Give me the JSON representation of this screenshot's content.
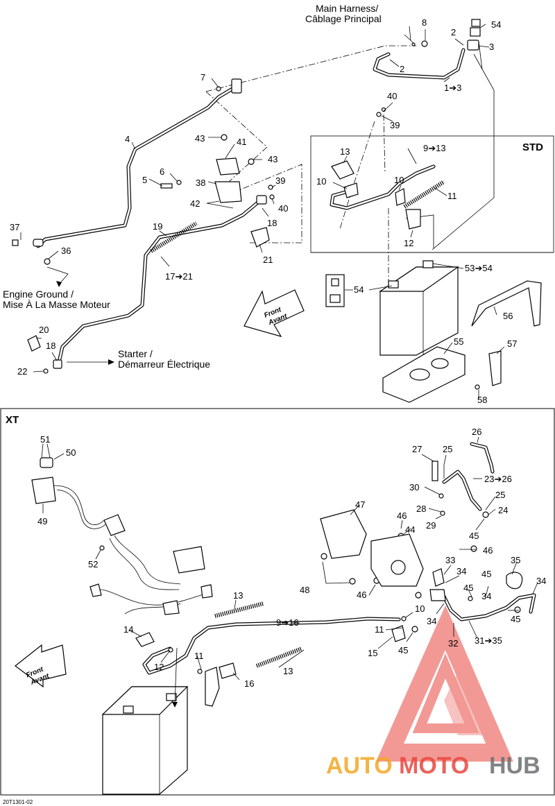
{
  "callouts": {
    "l1": "1➔3",
    "l2a": "2",
    "l2b": "2",
    "l3": "3",
    "l4": "4",
    "l5": "5",
    "l6": "6",
    "l7": "7",
    "l8": "8",
    "l9": "9➔13",
    "l10a": "10",
    "l10b": "10",
    "l11": "11",
    "l12": "12",
    "l13": "13",
    "l17": "17➔21",
    "l18a": "18",
    "l18b": "18",
    "l19": "19",
    "l20": "20",
    "l21": "21",
    "l22": "22",
    "l36": "36",
    "l37": "37",
    "l38": "38",
    "l39": "39",
    "l40a": "40",
    "l40b": "40",
    "l41": "41",
    "l42": "42",
    "l43a": "43",
    "l43b": "43",
    "l39b": "39",
    "l53": "53➔54",
    "l54a": "54",
    "l54b": "54",
    "l55": "55",
    "l56": "56",
    "l57": "57",
    "l58": "58"
  },
  "xt_callouts": {
    "x9": "9➔16",
    "x10": "10",
    "x11a": "11",
    "x11b": "11",
    "x12": "12",
    "x13a": "13",
    "x13b": "13",
    "x14": "14",
    "x15": "15",
    "x16": "16",
    "x23": "23➔26",
    "x24": "24",
    "x25a": "25",
    "x25b": "25",
    "x26": "26",
    "x27": "27",
    "x28": "28",
    "x29": "29",
    "x30": "30",
    "x31": "31➔35",
    "x32": "32",
    "x33": "33",
    "x34a": "34",
    "x34b": "34",
    "x34c": "34",
    "x34d": "34",
    "x35": "35",
    "x44": "44",
    "x45a": "45",
    "x45b": "45",
    "x45c": "45",
    "x45d": "45",
    "x45e": "45",
    "x46a": "46",
    "x46b": "46",
    "x46c": "46",
    "x47": "47",
    "x48": "48",
    "x49": "49",
    "x50": "50",
    "x51": "51",
    "x52": "52"
  },
  "notes": {
    "main_harness_en": "Main Harness/",
    "main_harness_fr": "Câblage Principal",
    "engine_ground_en": "Engine Ground /",
    "engine_ground_fr": "Mise À La Masse Moteur",
    "starter_en": "Starter /",
    "starter_fr": "Démarreur Électrique"
  },
  "sections": {
    "std": "STD",
    "xt": "XT"
  },
  "front_arrow": {
    "en": "Front",
    "fr": "Avant"
  },
  "figure_code": "20T1301-02",
  "watermark": {
    "auto": "AUTO",
    "moto": "MOTO",
    "hub": "HUB"
  },
  "colors": {
    "watermark_orange": "#f5a623",
    "watermark_red": "#e8473f",
    "watermark_grey": "#6d6e71",
    "line": "#000000"
  }
}
